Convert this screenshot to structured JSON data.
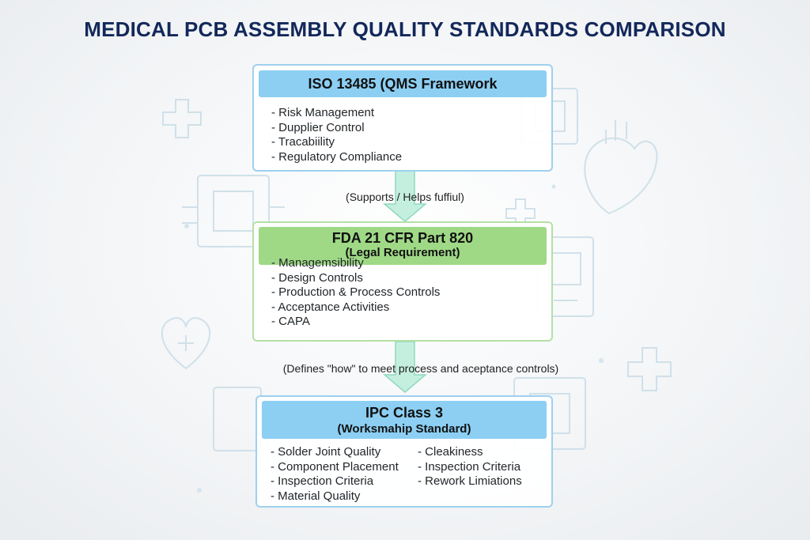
{
  "title": "MEDICAL PCB ASSEMBLY QUALITY STANDARDS COMPARISON",
  "boxes": {
    "iso": {
      "header": "ISO 13485 (QMS Framework",
      "items": [
        "- Risk Management",
        "- Dupplier Control",
        "- Tracabiility",
        "- Regulatory Compliance"
      ]
    },
    "fda": {
      "header_line1": "FDA 21 CFR Part 820",
      "header_line2": "(Legal Requirement)",
      "items": [
        "- Managemsibility",
        "- Design Controls",
        "- Production & Process Controls",
        "- Acceptance Activities",
        "- CAPA"
      ]
    },
    "ipc": {
      "header_line1": "IPC Class 3",
      "header_line2": "(Worksmahip Standard)",
      "items_left": [
        "- Solder Joint Quality",
        "- Component Placement",
        "- Inspection Criteria",
        "- Material Quality"
      ],
      "items_right": [
        "- Cleakiness",
        "- Inspection Criteria",
        "- Rework Limiations"
      ]
    }
  },
  "connectors": {
    "iso_to_fda": "(Supports / Helps fuffiul)",
    "fda_to_ipc": "(Defines \"how\" to meet process and aceptance controls)"
  },
  "colors": {
    "title": "#13285a",
    "iso_header": "#8ccff3",
    "fda_header": "#9fd986",
    "ipc_header": "#8ccff3",
    "arrow": "#b8ecd8"
  },
  "icons": [
    "medical-cross-icon",
    "heart-icon",
    "anatomical-heart-icon",
    "circuit-board-icon"
  ]
}
